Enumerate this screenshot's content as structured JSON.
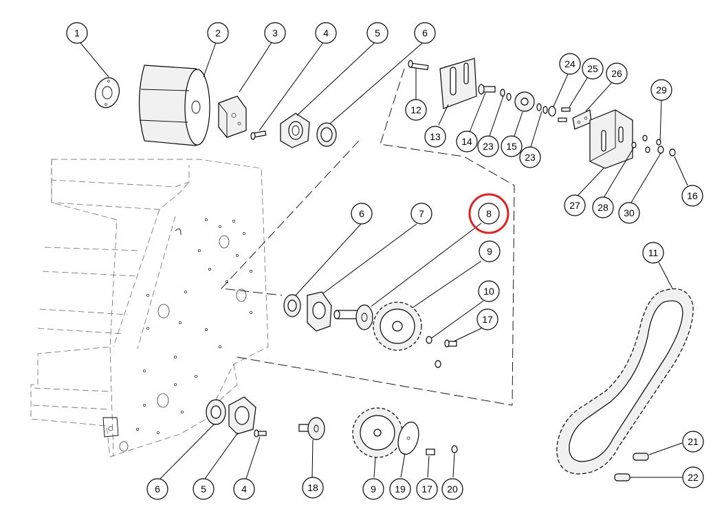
{
  "diagram": {
    "callouts": [
      {
        "id": "c1",
        "label": "1"
      },
      {
        "id": "c2",
        "label": "2"
      },
      {
        "id": "c3",
        "label": "3"
      },
      {
        "id": "c4a",
        "label": "4"
      },
      {
        "id": "c5a",
        "label": "5"
      },
      {
        "id": "c6a",
        "label": "6"
      },
      {
        "id": "c12",
        "label": "12"
      },
      {
        "id": "c13",
        "label": "13"
      },
      {
        "id": "c14",
        "label": "14"
      },
      {
        "id": "c23a",
        "label": "23"
      },
      {
        "id": "c15",
        "label": "15"
      },
      {
        "id": "c23b",
        "label": "23"
      },
      {
        "id": "c24",
        "label": "24"
      },
      {
        "id": "c25",
        "label": "25"
      },
      {
        "id": "c26",
        "label": "26"
      },
      {
        "id": "c29",
        "label": "29"
      },
      {
        "id": "c16",
        "label": "16"
      },
      {
        "id": "c27",
        "label": "27"
      },
      {
        "id": "c28",
        "label": "28"
      },
      {
        "id": "c30",
        "label": "30"
      },
      {
        "id": "c6b",
        "label": "6"
      },
      {
        "id": "c7",
        "label": "7"
      },
      {
        "id": "c8",
        "label": "8"
      },
      {
        "id": "c9a",
        "label": "9"
      },
      {
        "id": "c10",
        "label": "10"
      },
      {
        "id": "c17a",
        "label": "17"
      },
      {
        "id": "c11",
        "label": "11"
      },
      {
        "id": "c6c",
        "label": "6"
      },
      {
        "id": "c5b",
        "label": "5"
      },
      {
        "id": "c4b",
        "label": "4"
      },
      {
        "id": "c18",
        "label": "18"
      },
      {
        "id": "c9b",
        "label": "9"
      },
      {
        "id": "c19",
        "label": "19"
      },
      {
        "id": "c17b",
        "label": "17"
      },
      {
        "id": "c20",
        "label": "20"
      },
      {
        "id": "c21",
        "label": "21"
      },
      {
        "id": "c22",
        "label": "22"
      }
    ],
    "highlighted_callout": "c8",
    "colors": {
      "line": "#000000",
      "highlight": "#e02020",
      "background": "#ffffff"
    }
  }
}
